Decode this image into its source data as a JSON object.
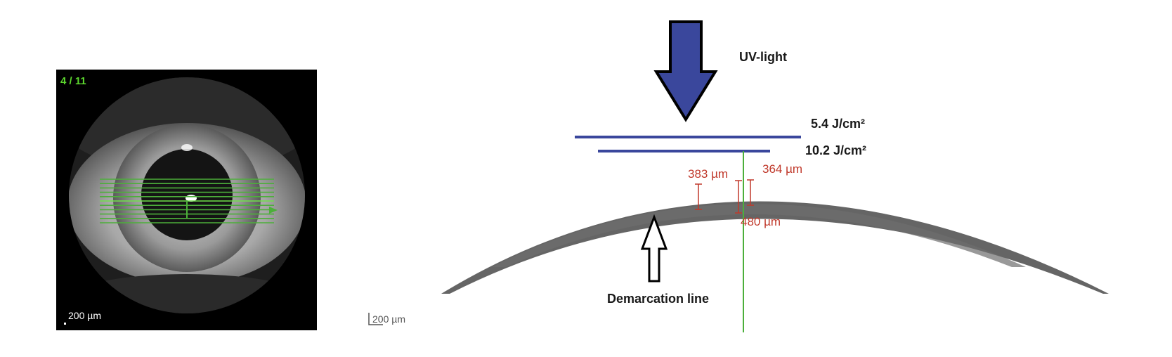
{
  "left_panel": {
    "frame_counter": "4 / 11",
    "scale_label": "200 µm",
    "scan_line_count": 11
  },
  "right_panel": {
    "uv_label": "UV-light",
    "dose_high": "5.4 J/cm²",
    "dose_low": "10.2 J/cm²",
    "measure_left": "383 µm",
    "measure_right": "364 µm",
    "measure_bottom": "480 µm",
    "demarcation_label": "Demarcation line",
    "scale_label": "200 µm"
  },
  "colors": {
    "arrow_fill": "#3a479c",
    "dose_line": "#3a479c",
    "measure_red": "#c0392b",
    "scan_green": "#4caf3a",
    "counter_green": "#5cd62e"
  }
}
